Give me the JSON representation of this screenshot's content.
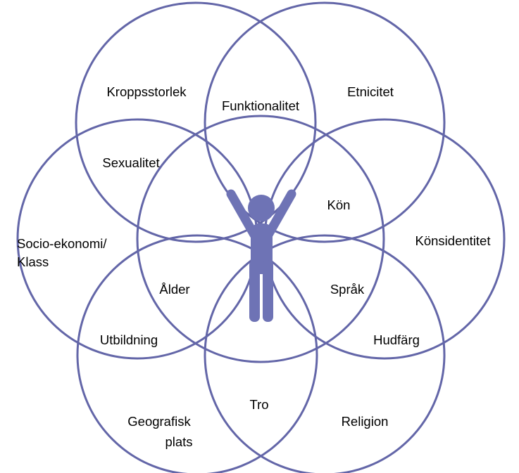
{
  "colors": {
    "ring": "#6366a8",
    "figure": "#6e73b5",
    "text": "#000000",
    "background": "#ffffff"
  },
  "figure_icon": "person-arms-raised-icon",
  "labels": {
    "kroppsstorlek": "Kroppsstorlek",
    "funktionalitet": "Funktionalitet",
    "etnicitet": "Etnicitet",
    "sexualitet": "Sexualitet",
    "kon": "Kön",
    "socio_line1": "Socio-ekonomi/",
    "socio_line2": "Klass",
    "konsidentitet": "Könsidentitet",
    "alder": "Ålder",
    "sprak": "Språk",
    "utbildning": "Utbildning",
    "hudfarg": "Hudfärg",
    "tro": "Tro",
    "geografisk_line1": "Geografisk",
    "geografisk_line2": "plats",
    "religion": "Religion"
  }
}
